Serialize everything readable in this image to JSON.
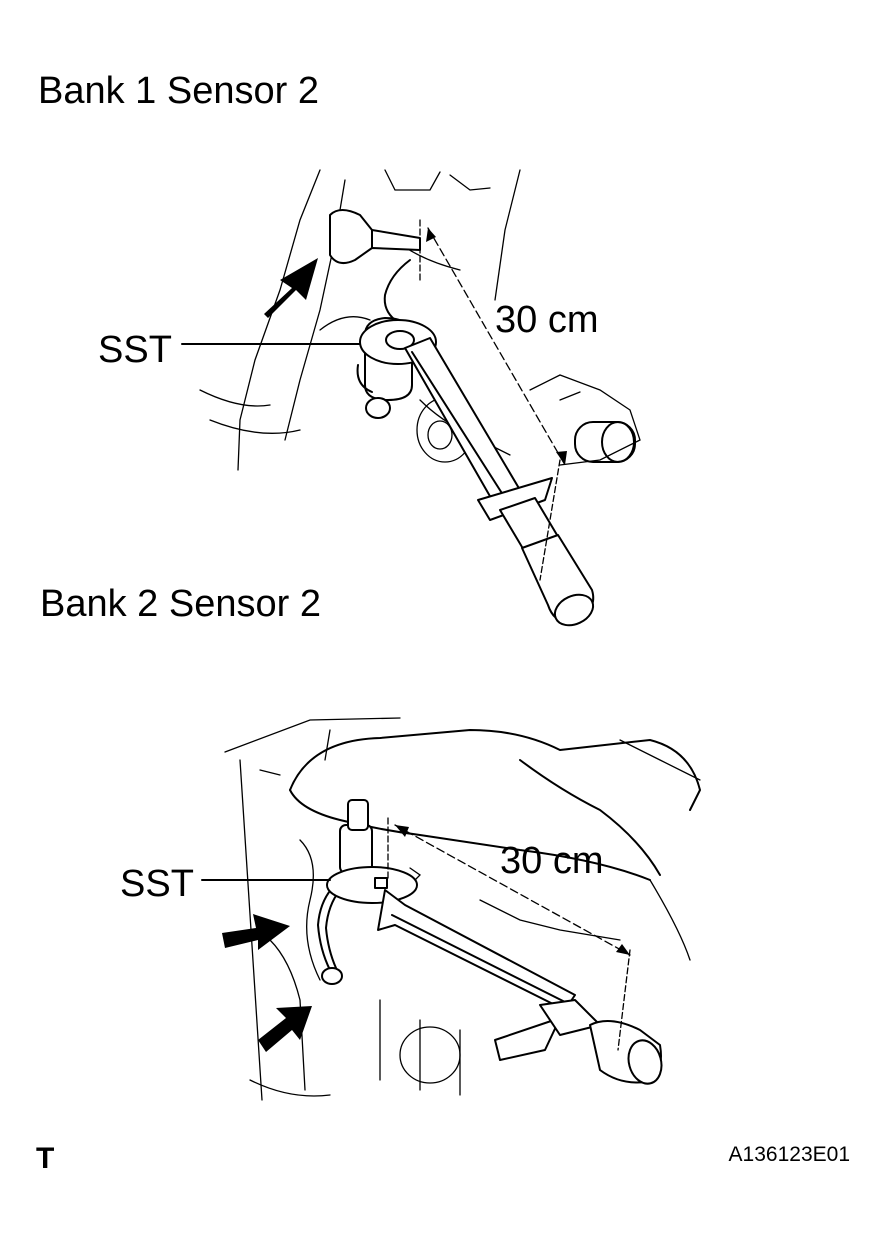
{
  "headings": {
    "bank1": "Bank 1 Sensor 2",
    "bank2": "Bank 2 Sensor 2"
  },
  "labels": {
    "sst": "SST",
    "distance": "30 cm"
  },
  "corner_mark": "T",
  "figure_code": "A136123E01",
  "icons": [
    "arrow-icon",
    "wrench-icon",
    "sensor-icon"
  ]
}
